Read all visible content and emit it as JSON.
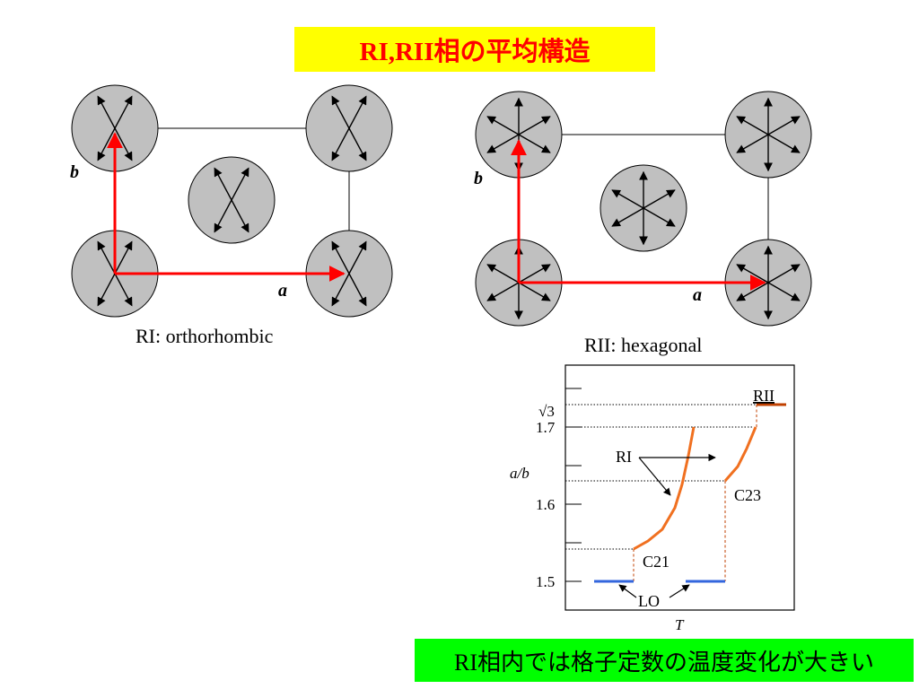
{
  "title": "RI,RII相の平均構造",
  "orthorhombic": {
    "caption": "RI: orthorhombic",
    "axis_a": "a",
    "axis_b": "b"
  },
  "hexagonal": {
    "caption": "RII: hexagonal",
    "axis_a": "a",
    "axis_b": "b"
  },
  "plot": {
    "ylabel": "a/b",
    "xlabel": "T",
    "ticks": {
      "sqrt3": "√3",
      "t17": "1.7",
      "t16": "1.6",
      "t15": "1.5"
    },
    "labels": {
      "rii": "RII",
      "ri": "RI",
      "c21": "C21",
      "c23": "C23",
      "lo": "LO"
    }
  },
  "note": "RI相内では格子定数の温度変化が大きい",
  "colors": {
    "title_bg": "#ffff00",
    "title_text": "#ff0000",
    "note_bg": "#00ff00",
    "disk": "#c0c0c0",
    "vector": "#ff0000",
    "ri_curve": "#f07020",
    "lo_line": "#3366dd",
    "rii_line": "#c04000"
  }
}
